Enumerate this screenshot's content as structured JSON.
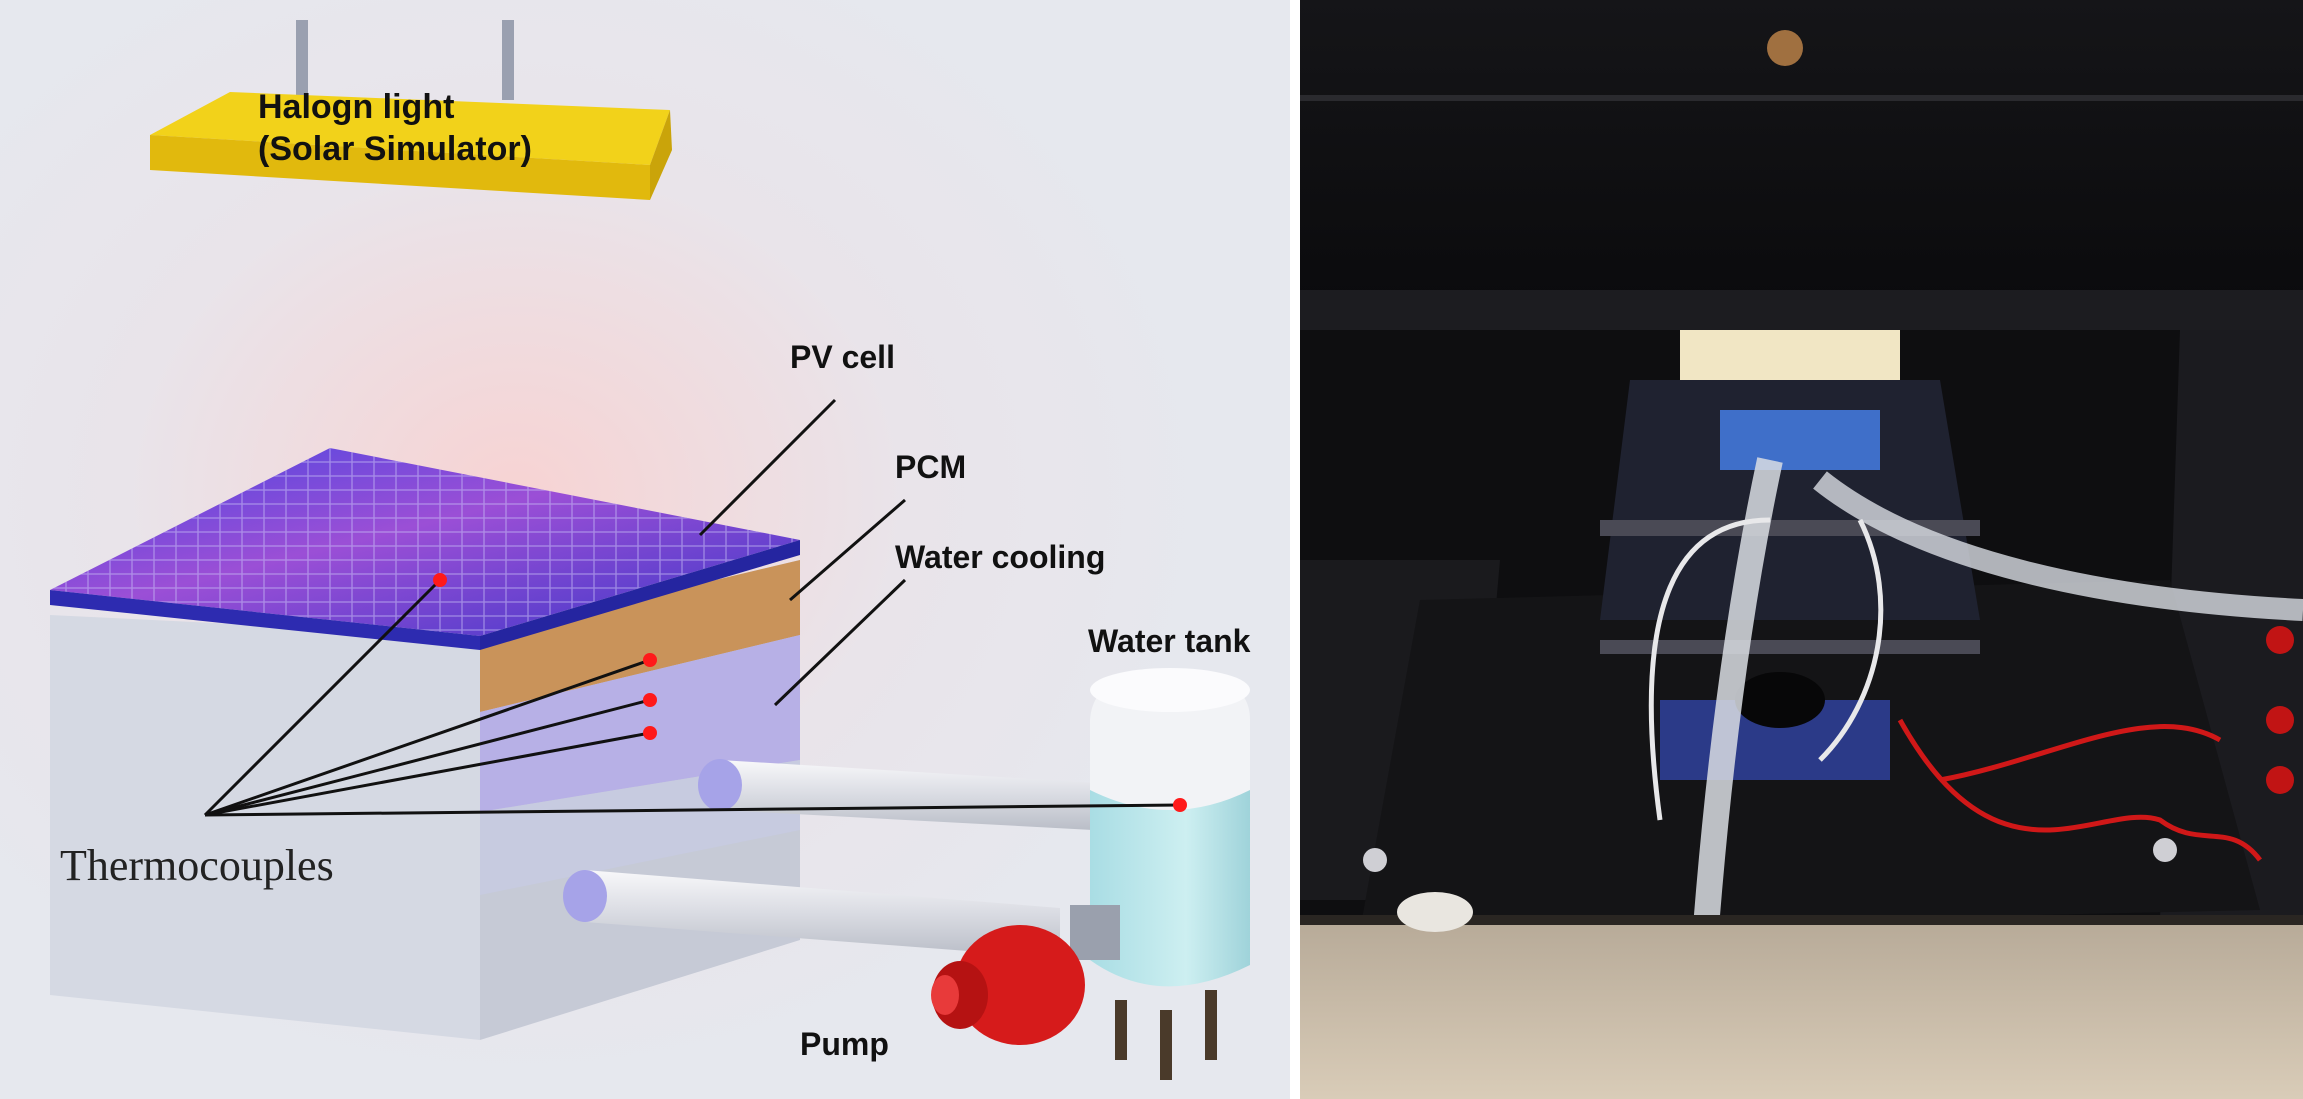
{
  "schematic": {
    "labels": {
      "lamp_line1": "Halogn light",
      "lamp_line2": "(Solar Simulator)",
      "pv_cell": "PV cell",
      "pcm": "PCM",
      "water_cooling": "Water cooling",
      "water_tank": "Water tank",
      "thermocouples": "Thermocouples",
      "pump": "Pump"
    },
    "colors": {
      "lamp": "#f2d21a",
      "pv_panel": "#3d3ed6",
      "pcm_layer": "#c9935a",
      "box": "#d7dbe6",
      "tank": "#b9e6ea",
      "pump": "#d61b1b",
      "sensor_dot": "#ff1a1a"
    }
  },
  "photo": {
    "description_icons": [
      "test-rig-enclosure-icon"
    ]
  }
}
